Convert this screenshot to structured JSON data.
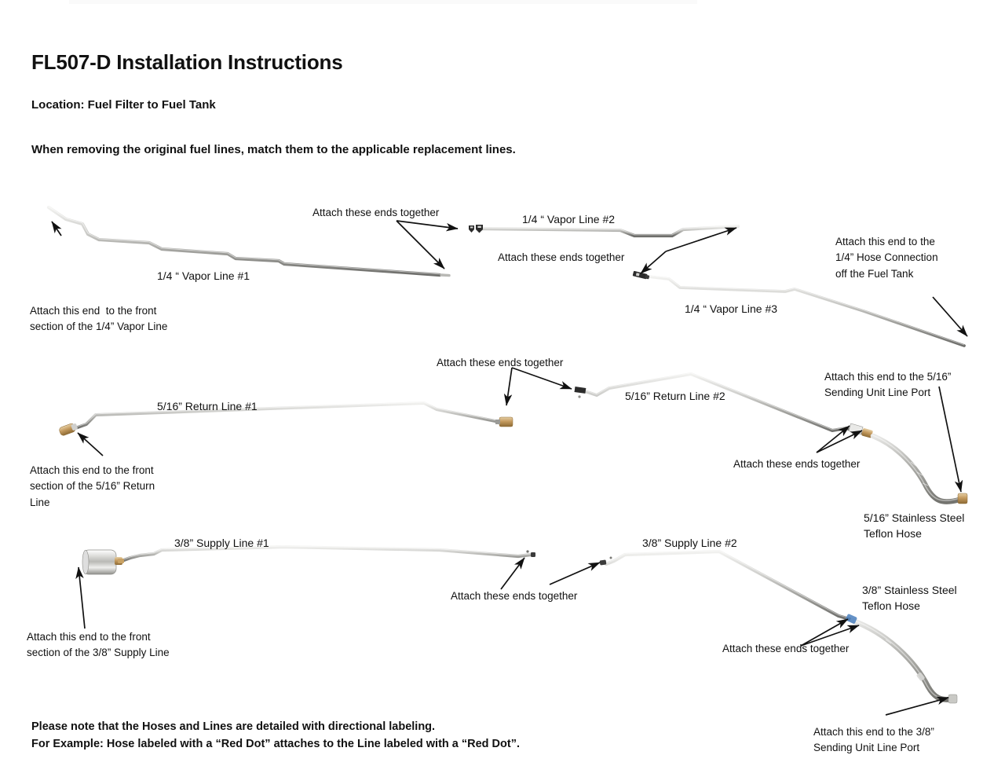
{
  "document": {
    "title": "FL507-D Installation Instructions",
    "location": "Location: Fuel Filter to Fuel Tank",
    "instruction": "When removing the original fuel lines, match them to the applicable replacement lines.",
    "footer_line1": "Please note that the Hoses and Lines are detailed with directional labeling.",
    "footer_line2": "For Example: Hose labeled with a “Red Dot” attaches to the Line labeled with a “Red Dot”."
  },
  "parts": {
    "vapor_line_1": "1/4 “ Vapor Line #1",
    "vapor_line_2": "1/4 “ Vapor Line #2",
    "vapor_line_3": "1/4 “ Vapor Line #3",
    "return_line_1": "5/16” Return Line #1",
    "return_line_2": "5/16” Return Line #2",
    "supply_line_1": "3/8” Supply Line #1",
    "supply_line_2": "3/8” Supply Line #2",
    "hose_516": "5/16” Stainless Steel\nTeflon Hose",
    "hose_38": "3/8” Stainless Steel\nTeflon Hose"
  },
  "callouts": {
    "vapor1_left": "Attach this end  to the front\nsection of the 1/4” Vapor Line",
    "vapor_mid_top": "Attach these ends together",
    "vapor_mid_lower": "Attach these ends together",
    "vapor3_right": "Attach this end to the\n1/4” Hose Connection\noff the Fuel Tank",
    "return_mid": "Attach these ends together",
    "return1_left": "Attach this end to the front\nsection of the 5/16” Return\nLine",
    "return_hose_top": "Attach this end to the 5/16”\nSending Unit Line Port",
    "return_hose_mid": "Attach these ends together",
    "supply_mid": "Attach these ends together",
    "supply1_left": "Attach this end to the front\nsection of the 3/8” Supply Line",
    "supply_hose_mid": "Attach these ends together",
    "supply_hose_bottom": "Attach this end to the 3/8”\nSending Unit Line Port"
  },
  "colors": {
    "tube_light": "#d9d9d7",
    "tube_mid": "#a8a8a4",
    "tube_dark": "#6f6f6c",
    "brass": "#c49a5e",
    "chrome": "#cfcfcd",
    "ink": "#111111",
    "blue_marker": "#4a7fbd"
  }
}
